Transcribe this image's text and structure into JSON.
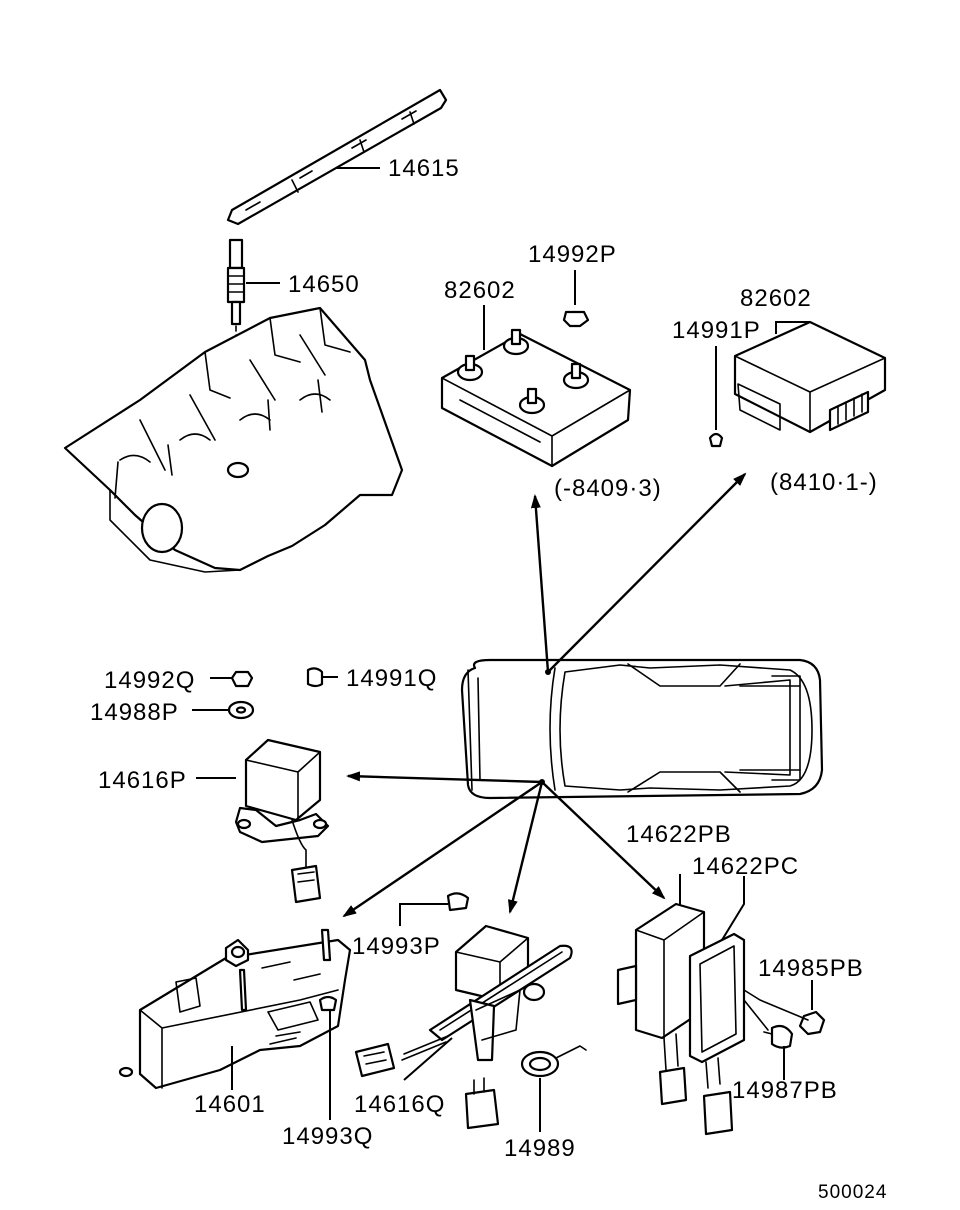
{
  "diagram": {
    "parts": {
      "p14615": "14615",
      "p14650": "14650",
      "p14992P": "14992P",
      "p82602_a": "82602",
      "p82602_b": "82602",
      "p14991P": "14991P",
      "range_old": "(-8409·3)",
      "range_new": "(8410·1-)",
      "p14992Q": "14992Q",
      "p14991Q": "14991Q",
      "p14988P": "14988P",
      "p14616P": "14616P",
      "p14622PB": "14622PB",
      "p14622PC": "14622PC",
      "p14985PB": "14985PB",
      "p14993P": "14993P",
      "p14987PB": "14987PB",
      "p14601": "14601",
      "p14616Q": "14616Q",
      "p14993Q": "14993Q",
      "p14989": "14989"
    },
    "reference": "500024"
  }
}
